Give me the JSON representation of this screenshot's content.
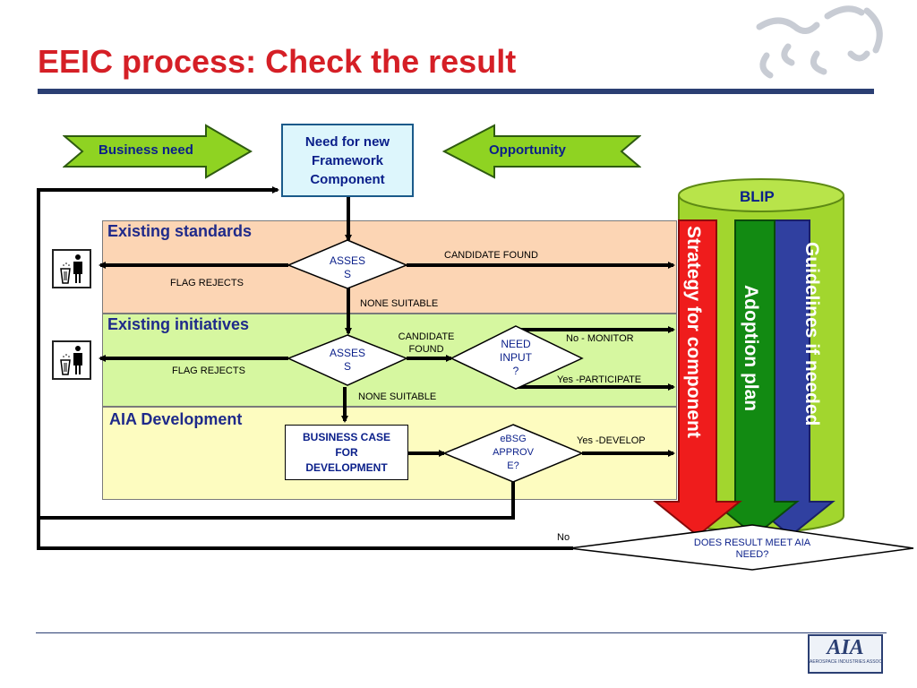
{
  "title": "EEIC process: Check the result",
  "arrows": {
    "left": "Business need",
    "right": "Opportunity"
  },
  "need_box": [
    "Need for new",
    "Framework",
    "Component"
  ],
  "blip": "BLIP",
  "columns": {
    "strategy": "Strategy for component",
    "adoption": "Adoption plan",
    "guidelines": "Guidelines if needed"
  },
  "bands": {
    "standards": "Existing standards",
    "initiatives": "Existing initiatives",
    "aia": "AIA Development"
  },
  "diamonds": {
    "assess1": [
      "ASSES",
      "S"
    ],
    "assess2": [
      "ASSES",
      "S"
    ],
    "need_input": [
      "NEED",
      "INPUT",
      "?"
    ],
    "ebsg": [
      "eBSG",
      "APPROV",
      "E?"
    ],
    "result": [
      "DOES RESULT MEET AIA",
      "NEED?"
    ]
  },
  "business_case": [
    "BUSINESS CASE",
    "FOR",
    "DEVELOPMENT"
  ],
  "labels": {
    "candidate_found_1": "CANDIDATE  FOUND",
    "flag_rejects_1": "FLAG REJECTS",
    "none_suitable_1": "NONE SUITABLE",
    "candidate_found_2": [
      "CANDIDATE",
      "FOUND"
    ],
    "flag_rejects_2": "FLAG REJECTS",
    "none_suitable_2": "NONE SUITABLE",
    "no_monitor": "No - MONITOR",
    "yes_participate": "Yes -PARTICIPATE",
    "yes_develop": "Yes -DEVELOP",
    "no": "No"
  },
  "icons": [
    "trash-bin-icon",
    "trash-bin-icon",
    "puzzle-pieces-icon",
    "aia-logo"
  ],
  "logo": {
    "text": "AIA",
    "subtext": "AEROSPACE INDUSTRIES ASSOCIATION"
  },
  "colors": {
    "title": "#d51f26",
    "rule": "#2b3f73",
    "band1": "#fcd5b4",
    "band2": "#d6f7a0",
    "band3": "#fdfcc0",
    "arrow_green": "#8fd322",
    "strategy": "#ef1c1c",
    "adoption": "#128a12",
    "guidelines": "#3040a0",
    "text_blue": "#0a1f8a"
  }
}
